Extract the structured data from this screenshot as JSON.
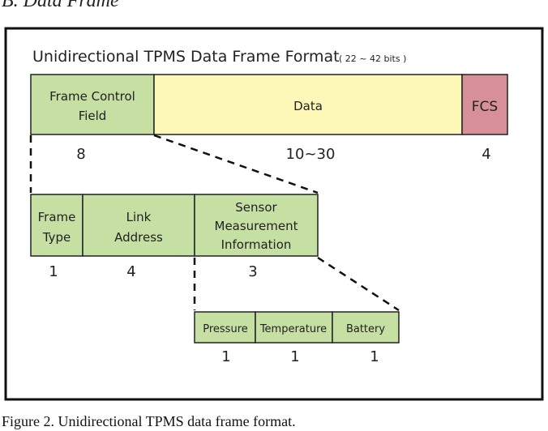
{
  "section_heading": "B.   Data Frame",
  "caption": "Figure 2. Unidirectional TPMS data frame format.",
  "diagram": {
    "title": "Unidirectional TPMS Data Frame Format",
    "title_note": "( 22 ~ 42 bits )",
    "top_row": [
      {
        "label": [
          "Frame  Control",
          "Field"
        ],
        "bits": "8",
        "color": "#c6dfa3"
      },
      {
        "label": [
          "Data"
        ],
        "bits": "10~30",
        "color": "#fdf8b8"
      },
      {
        "label": [
          "FCS"
        ],
        "bits": "4",
        "color": "#d79097"
      }
    ],
    "mid_row": [
      {
        "label": [
          "Frame",
          "Type"
        ],
        "bits": "1",
        "color": "#c6dfa3"
      },
      {
        "label": [
          "Link",
          "Address"
        ],
        "bits": "4",
        "color": "#c6dfa3"
      },
      {
        "label": [
          "Sensor",
          "Measurement",
          "Information"
        ],
        "bits": "3",
        "color": "#c6dfa3"
      }
    ],
    "bottom_row": [
      {
        "label": [
          "Pressure"
        ],
        "bits": "1",
        "color": "#c6dfa3"
      },
      {
        "label": [
          "Temperature"
        ],
        "bits": "1",
        "color": "#c6dfa3"
      },
      {
        "label": [
          "Battery"
        ],
        "bits": "1",
        "color": "#c6dfa3"
      }
    ],
    "colors": {
      "border": "#111111",
      "outline": "#222222",
      "line": "#111111"
    }
  }
}
